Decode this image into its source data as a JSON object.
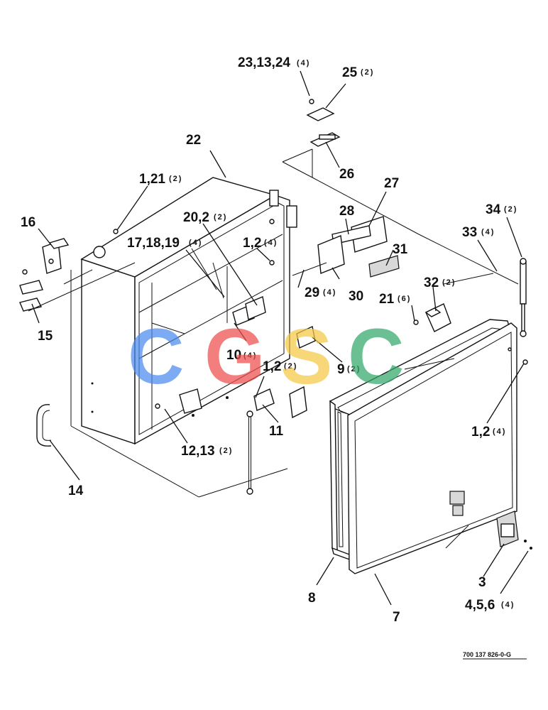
{
  "callouts": [
    {
      "id": "c23",
      "num": "23,13,24",
      "qty": "(4)"
    },
    {
      "id": "c25",
      "num": "25",
      "qty": "(2)"
    },
    {
      "id": "c22",
      "num": "22",
      "qty": ""
    },
    {
      "id": "c26",
      "num": "26",
      "qty": ""
    },
    {
      "id": "c27",
      "num": "27",
      "qty": ""
    },
    {
      "id": "c1_21",
      "num": "1,21",
      "qty": "(2)"
    },
    {
      "id": "c28",
      "num": "28",
      "qty": ""
    },
    {
      "id": "c34",
      "num": "34",
      "qty": "(2)"
    },
    {
      "id": "c16",
      "num": "16",
      "qty": ""
    },
    {
      "id": "c20",
      "num": "20,2",
      "qty": "(2)"
    },
    {
      "id": "c33",
      "num": "33",
      "qty": "(4)"
    },
    {
      "id": "c17",
      "num": "17,18,19",
      "qty": "(4)"
    },
    {
      "id": "c1_2a",
      "num": "1,2",
      "qty": "(4)"
    },
    {
      "id": "c31",
      "num": "31",
      "qty": ""
    },
    {
      "id": "c32",
      "num": "32",
      "qty": "(2)"
    },
    {
      "id": "c29",
      "num": "29",
      "qty": "(4)"
    },
    {
      "id": "c30",
      "num": "30",
      "qty": ""
    },
    {
      "id": "c21",
      "num": "21",
      "qty": "(6)"
    },
    {
      "id": "c15",
      "num": "15",
      "qty": ""
    },
    {
      "id": "c10",
      "num": "10",
      "qty": "(4)"
    },
    {
      "id": "c9",
      "num": "9",
      "qty": "(2)"
    },
    {
      "id": "c1_2b",
      "num": "1,2",
      "qty": "(2)"
    },
    {
      "id": "c11",
      "num": "11",
      "qty": ""
    },
    {
      "id": "c1_2c",
      "num": "1,2",
      "qty": "(4)"
    },
    {
      "id": "c12",
      "num": "12,13",
      "qty": "(2)"
    },
    {
      "id": "c14",
      "num": "14",
      "qty": ""
    },
    {
      "id": "c3",
      "num": "3",
      "qty": ""
    },
    {
      "id": "c8",
      "num": "8",
      "qty": ""
    },
    {
      "id": "c7",
      "num": "7",
      "qty": ""
    },
    {
      "id": "c4",
      "num": "4,5,6",
      "qty": "(4)"
    }
  ],
  "watermark": {
    "text": "CGSC",
    "colors": [
      "#4a8cf0",
      "#ef4d4d",
      "#f6c945",
      "#33a86a"
    ]
  },
  "drawing_number": "700 137 826-0-G"
}
